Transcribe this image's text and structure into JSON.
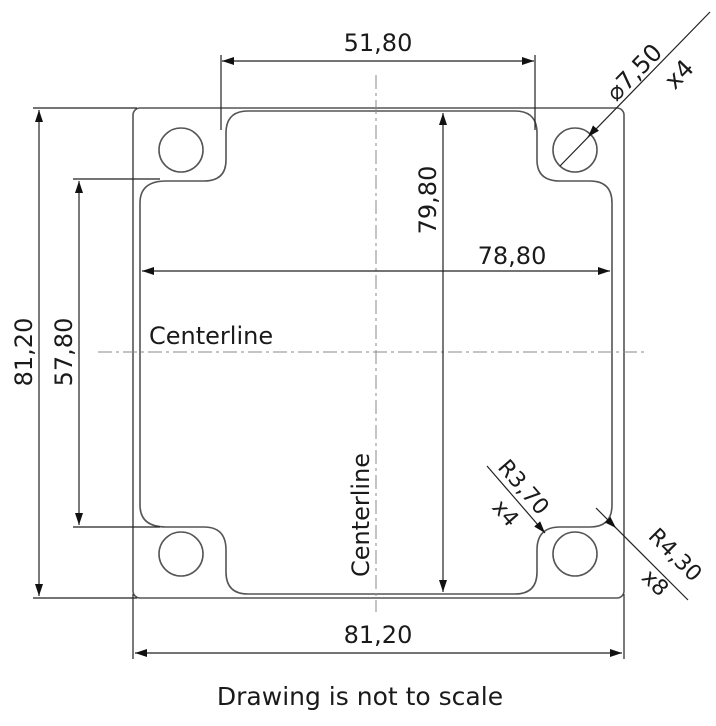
{
  "dimensions": {
    "top_width": "51,80",
    "hole_diameter": "⌀7,50",
    "hole_count": "x4",
    "inner_height": "79,80",
    "inner_width": "78,80",
    "overall_height": "81,20",
    "left_height": "57,80",
    "inner_radius": "R3,70",
    "inner_radius_count": "x4",
    "outer_radius": "R4,30",
    "outer_radius_count": "x8",
    "overall_width": "81,20"
  },
  "labels": {
    "centerline_horizontal": "Centerline",
    "centerline_vertical": "Centerline"
  },
  "caption": "Drawing is not to scale"
}
